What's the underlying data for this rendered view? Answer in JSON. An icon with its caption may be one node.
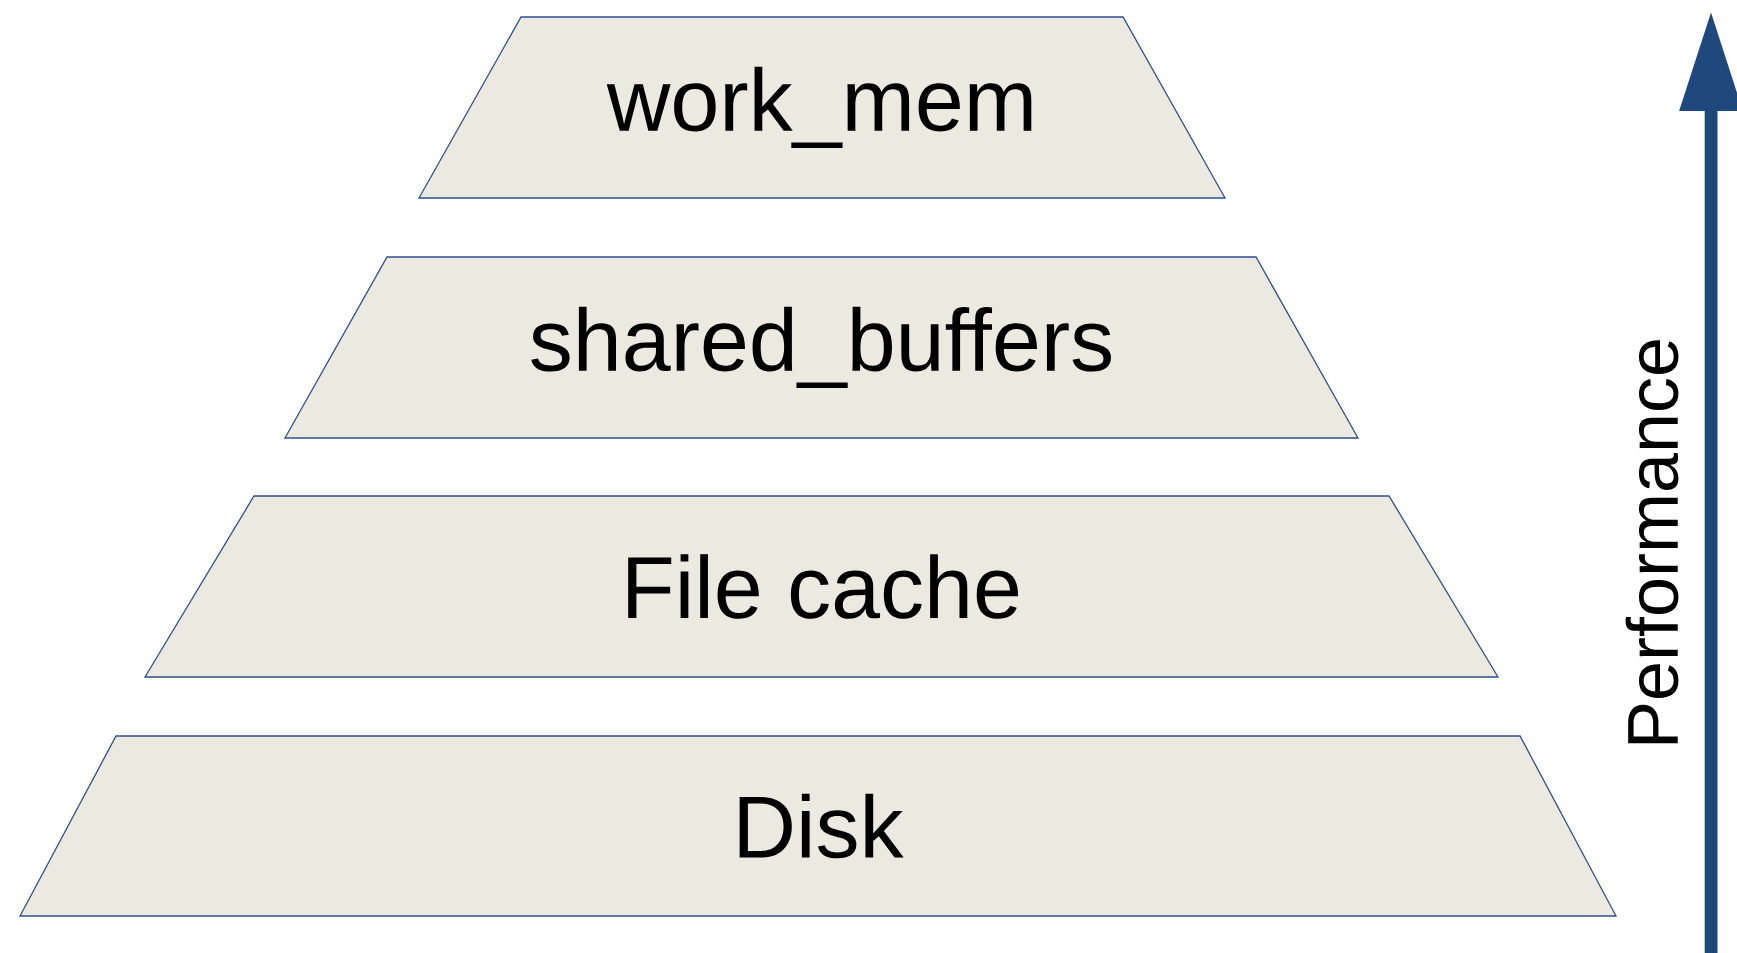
{
  "diagram": {
    "nodes": [
      {
        "text": [
          "work_mem"
        ]
      },
      {
        "text": [
          "shared_buffers"
        ]
      },
      {
        "text": [
          "File cache"
        ]
      },
      {
        "text": [
          "Disk"
        ]
      }
    ],
    "labels": [
      "Performance"
    ]
  }
}
